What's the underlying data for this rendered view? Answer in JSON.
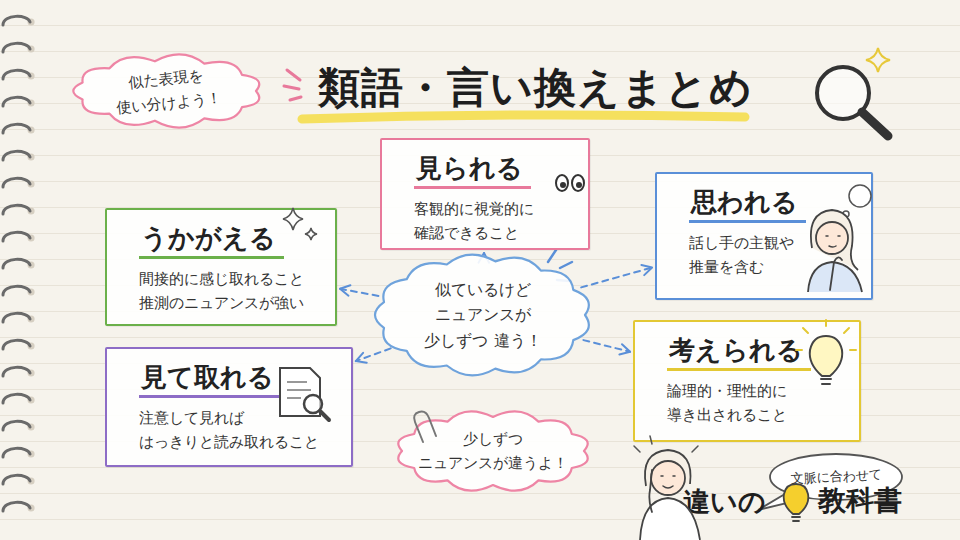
{
  "diagram": {
    "title": "類語・言い換えまとめ",
    "nodes": [
      {
        "text": [
          "似た表現を 使い分けよう！"
        ]
      },
      {
        "text": [
          "見られる",
          "客観的に視覚的に 確認できること"
        ]
      },
      {
        "text": [
          "思われる",
          "話し手の主観や 推量を含む"
        ]
      },
      {
        "text": [
          "うかがえる",
          "間接的に感じ取れること 推測のニュアンスが強い"
        ]
      },
      {
        "text": [
          "似ているけど ニュアンスが 少しずつ 違う！"
        ]
      },
      {
        "text": [
          "考えられる",
          "論理的・理性的に 導き出されること"
        ]
      },
      {
        "text": [
          "見て取れる",
          "注意して見れば はっきりと読み取れること"
        ]
      },
      {
        "text": [
          "少しずつ ニュアンスが違うよ！"
        ]
      },
      {
        "text": [
          "文脈に合わせて"
        ]
      }
    ],
    "edges": [
      {
        "from": 4,
        "to": 1,
        "arrow": "to"
      },
      {
        "from": 4,
        "to": 2,
        "arrow": "to"
      },
      {
        "from": 4,
        "to": 3,
        "arrow": "to"
      },
      {
        "from": 4,
        "to": 5,
        "arrow": "to"
      },
      {
        "from": 4,
        "to": 6,
        "arrow": "to"
      }
    ],
    "labels": [
      "違いの",
      "教科書"
    ]
  }
}
